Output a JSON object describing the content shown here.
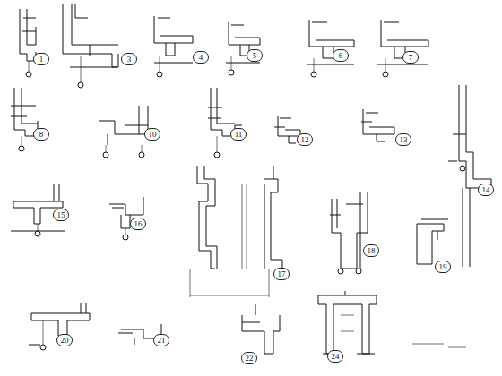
{
  "diagram": {
    "labels": [
      "1",
      "3",
      "4",
      "5",
      "6",
      "7",
      "8",
      "10",
      "11",
      "12",
      "13",
      "14",
      "15",
      "16",
      "17",
      "18",
      "19",
      "20",
      "21",
      "22",
      "24"
    ]
  }
}
